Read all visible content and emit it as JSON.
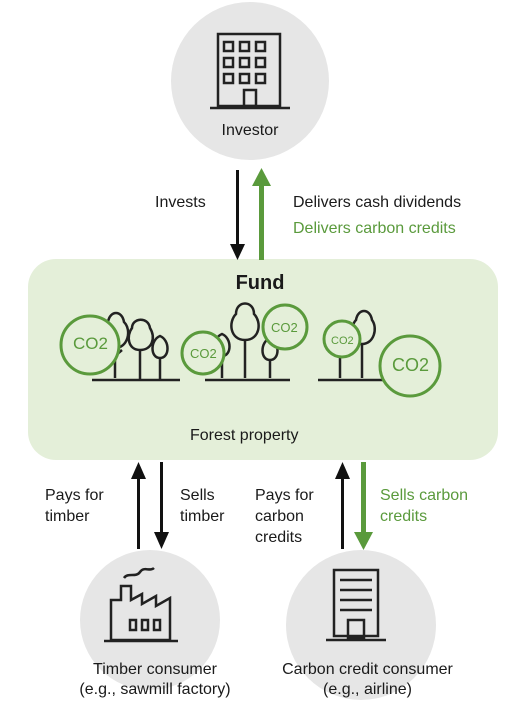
{
  "investor": {
    "label": "Investor"
  },
  "flows_top": {
    "invests": "Invests",
    "delivers_cash": "Delivers cash dividends",
    "delivers_credits": "Delivers carbon credits"
  },
  "fund": {
    "title": "Fund",
    "property": "Forest property",
    "co2_labels": [
      "CO2",
      "CO2",
      "CO2",
      "CO2",
      "CO2"
    ]
  },
  "flows_bottom": {
    "pays_timber": [
      "Pays for",
      "timber"
    ],
    "sells_timber": [
      "Sells",
      "timber"
    ],
    "pays_carbon": [
      "Pays for",
      "carbon",
      "credits"
    ],
    "sells_carbon": [
      "Sells carbon",
      "credits"
    ]
  },
  "timber_consumer": {
    "line1": "Timber consumer",
    "line2": "(e.g., sawmill factory)"
  },
  "carbon_consumer": {
    "line1": "Carbon credit consumer",
    "line2": "(e.g., airline)"
  },
  "colors": {
    "green": "#5a9a3c",
    "fund_bg": "#e4efd9",
    "circle_bg": "#e6e6e6"
  }
}
